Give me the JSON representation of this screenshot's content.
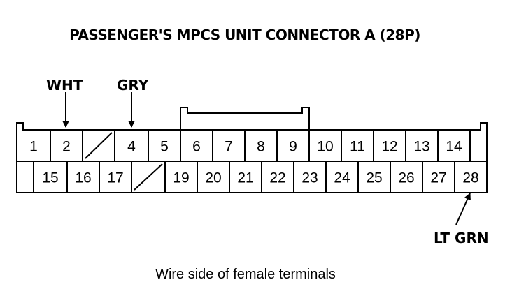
{
  "title": "PASSENGER'S MPCS UNIT CONNECTOR A (28P)",
  "caption": "Wire side of female terminals",
  "wires": [
    {
      "label": "WHT",
      "pin": 2
    },
    {
      "label": "GRY",
      "pin": 4
    },
    {
      "label": "LT GRN",
      "pin": 28
    }
  ],
  "top_row": [
    {
      "pin": "1"
    },
    {
      "pin": "2"
    },
    {
      "pin": "",
      "empty": true
    },
    {
      "pin": "4"
    },
    {
      "pin": "5"
    },
    {
      "pin": "6"
    },
    {
      "pin": "7"
    },
    {
      "pin": "8"
    },
    {
      "pin": "9"
    },
    {
      "pin": "10"
    },
    {
      "pin": "11"
    },
    {
      "pin": "12"
    },
    {
      "pin": "13"
    },
    {
      "pin": "14"
    }
  ],
  "bottom_row": [
    {
      "pin": "15"
    },
    {
      "pin": "16"
    },
    {
      "pin": "17"
    },
    {
      "pin": "",
      "empty": true
    },
    {
      "pin": "19"
    },
    {
      "pin": "20"
    },
    {
      "pin": "21"
    },
    {
      "pin": "22"
    },
    {
      "pin": "23"
    },
    {
      "pin": "24"
    },
    {
      "pin": "25"
    },
    {
      "pin": "26"
    },
    {
      "pin": "27"
    },
    {
      "pin": "28"
    }
  ]
}
